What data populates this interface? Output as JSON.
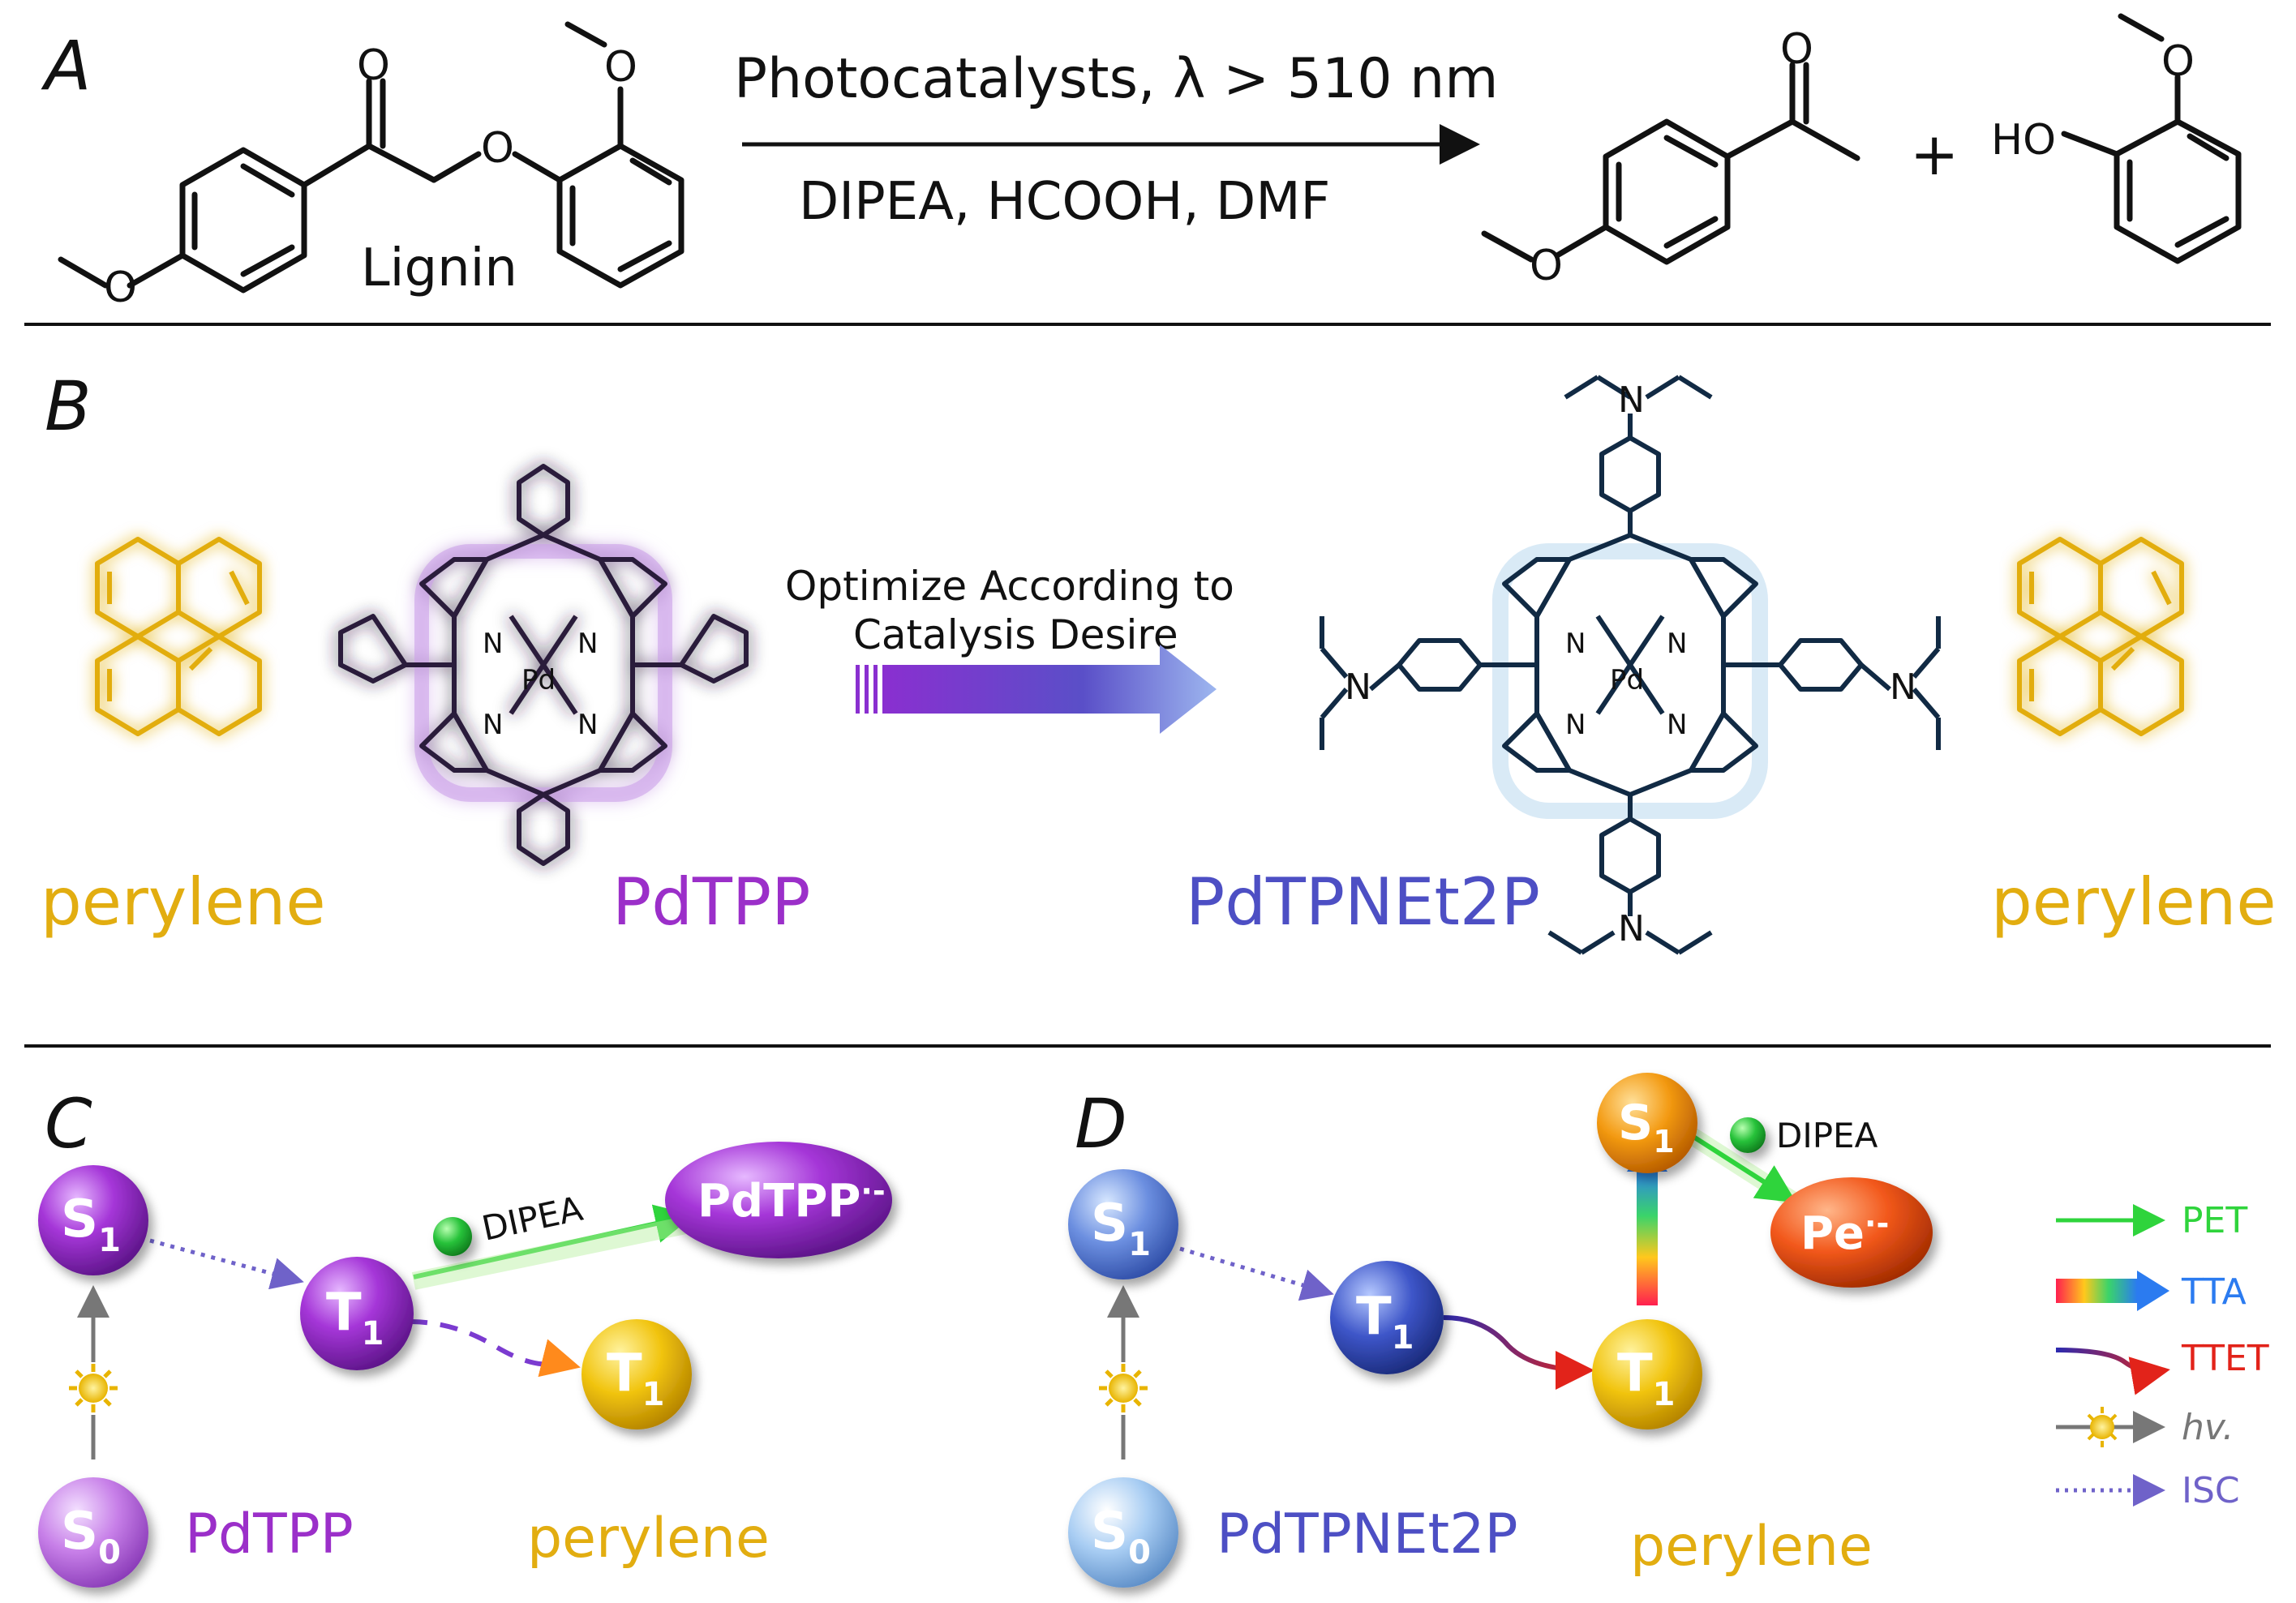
{
  "panels": {
    "A": "A",
    "B": "B",
    "C": "C",
    "D": "D"
  },
  "reaction": {
    "conditions_top": "Photocatalysts, λ > 510 nm",
    "conditions_bottom": "DIPEA, HCOOH, DMF",
    "substrate_label": "Lignin",
    "plus": "+",
    "ho_label": "HO",
    "oxygen": "O"
  },
  "panel_b": {
    "perylene_left": "perylene",
    "perylene_right": "perylene",
    "pdtpp": "PdTPP",
    "pdtpnet2p": "PdTPNEt2P",
    "arrow_text_line1": "Optimize According to",
    "arrow_text_line2": "Catalysis Desire",
    "pd": "Pd",
    "n": "N"
  },
  "panel_c": {
    "s1": "S",
    "s1_sub": "1",
    "s0": "S",
    "s0_sub": "0",
    "t1_pd": "T",
    "t1_pd_sub": "1",
    "t1_per": "T",
    "t1_per_sub": "1",
    "dipea": "DIPEA",
    "product": "PdTPP",
    "product_sup": "·-",
    "label_sensitizer": "PdTPP",
    "label_acceptor": "perylene"
  },
  "panel_d": {
    "s1": "S",
    "s1_sub": "1",
    "s0": "S",
    "s0_sub": "0",
    "t1_pd": "T",
    "t1_pd_sub": "1",
    "t1_per": "T",
    "t1_per_sub": "1",
    "s1_per": "S",
    "s1_per_sub": "1",
    "dipea": "DIPEA",
    "product": "Pe",
    "product_sup": "·-",
    "label_sensitizer": "PdTPNEt2P",
    "label_acceptor": "perylene"
  },
  "legend": {
    "pet": "PET",
    "tta": "TTA",
    "ttet": "TTET",
    "hv": "hv.",
    "isc": "ISC"
  },
  "colors": {
    "perylene": "#e2ad10",
    "pdtpp": "#9b2fc9",
    "pdtpnet2p": "#4d4fc4",
    "pet": "#2fd43c",
    "ttet": "#e2231a",
    "isc": "#6f62c9"
  }
}
